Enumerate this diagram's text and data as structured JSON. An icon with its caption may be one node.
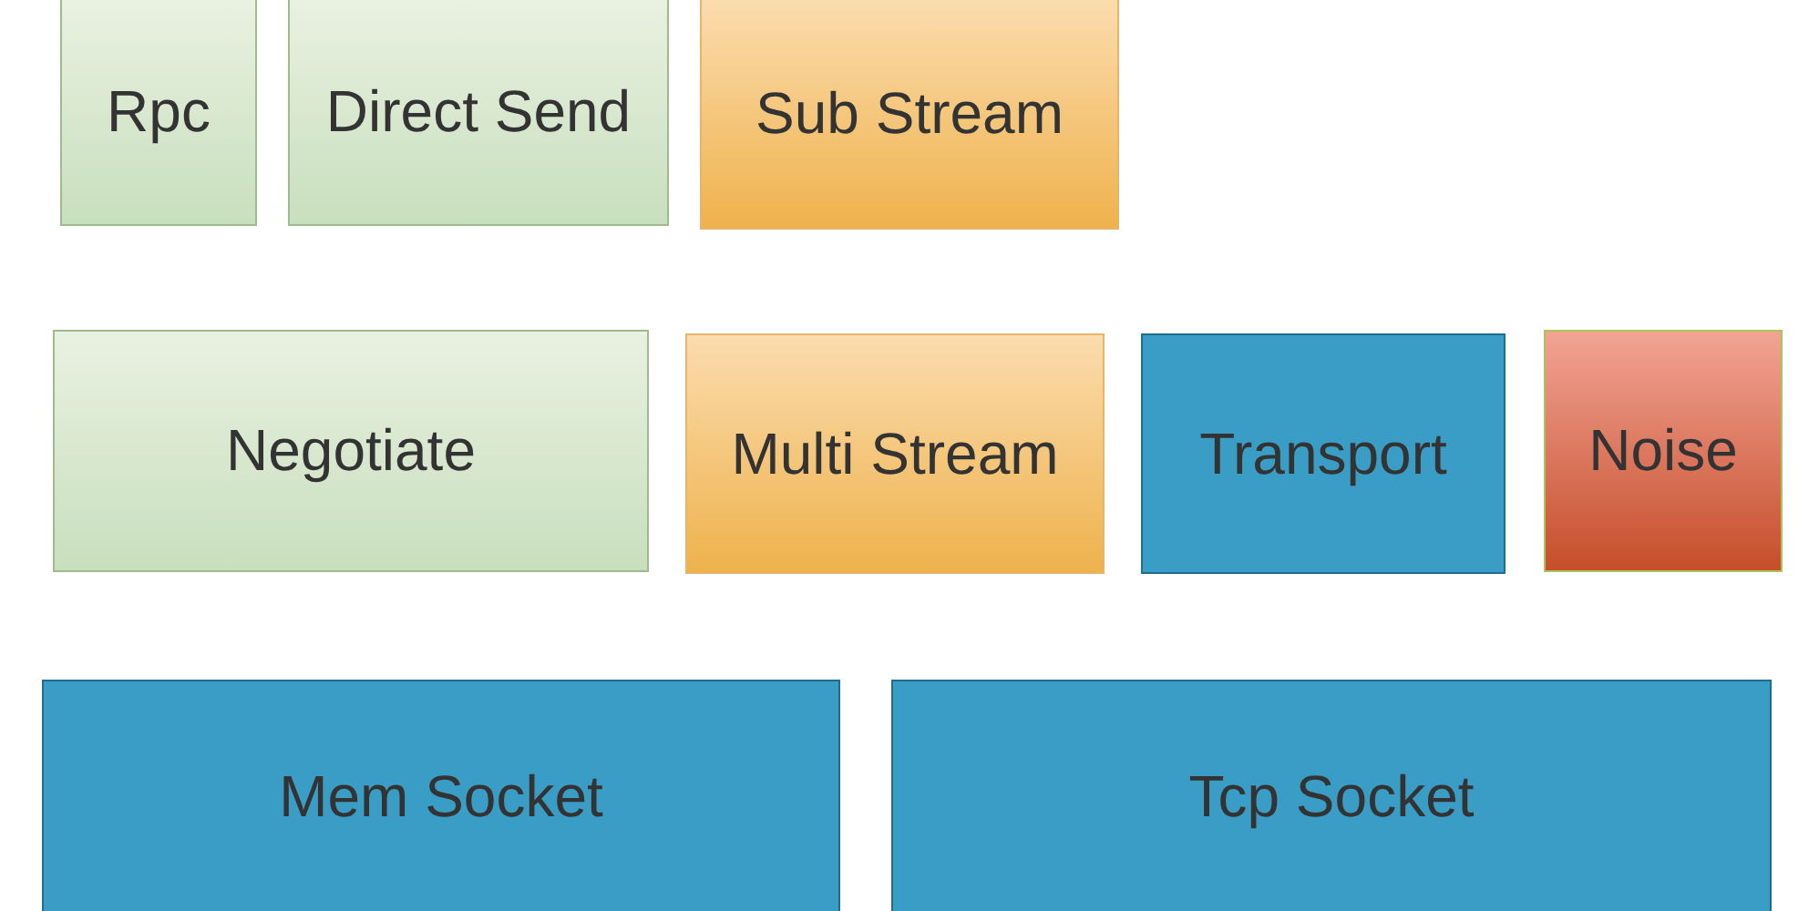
{
  "diagram": {
    "nodes": [
      {
        "text": [
          "Rpc"
        ]
      },
      {
        "text": [
          "Direct Send"
        ]
      },
      {
        "text": [
          "Sub Stream"
        ]
      },
      {
        "text": [
          "Negotiate"
        ]
      },
      {
        "text": [
          "Multi Stream"
        ]
      },
      {
        "text": [
          "Transport"
        ]
      },
      {
        "text": [
          "Noise"
        ]
      },
      {
        "text": [
          "Mem Socket"
        ]
      },
      {
        "text": [
          "Tcp Socket"
        ]
      }
    ]
  }
}
